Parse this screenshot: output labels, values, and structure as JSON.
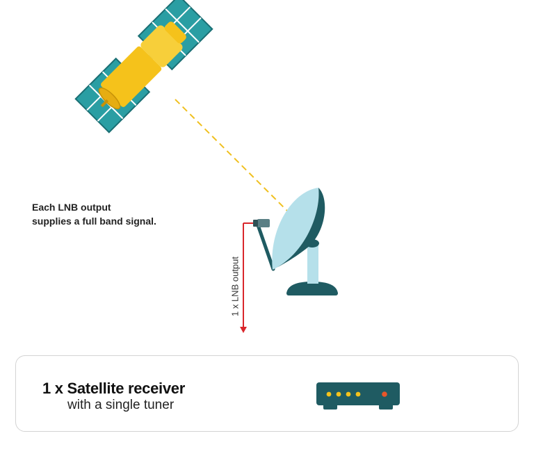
{
  "diagram": {
    "note_lines": [
      "Each LNB output",
      "supplies a full band signal."
    ],
    "cable_label": "1 x LNB output",
    "receiver_title": "1 x Satellite receiver",
    "receiver_subtitle": "with a single tuner"
  },
  "colors": {
    "satellite_body": "#f5c21b",
    "solar_panel": "#2a9ea3",
    "signal_beam": "#f0c020",
    "dish": "#b5e0ea",
    "dish_base": "#1f5b62",
    "cable": "#d9262b",
    "receiver": "#1f5b62",
    "receiver_leds": "#f5c21b",
    "receiver_power_led": "#e8562a"
  },
  "icons": [
    "satellite-icon",
    "satellite-dish-icon",
    "receiver-box-icon"
  ]
}
